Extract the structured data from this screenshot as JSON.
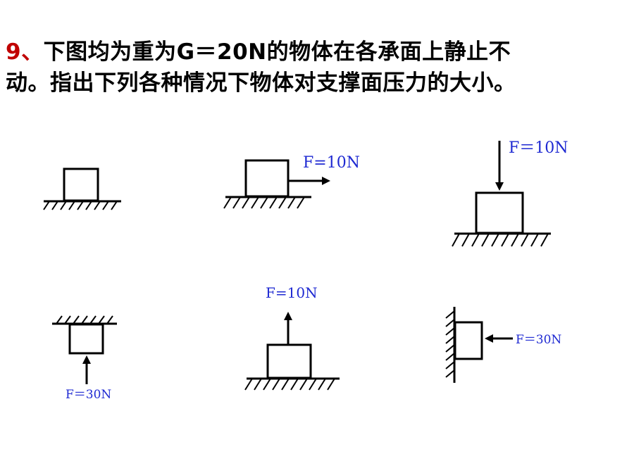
{
  "question": {
    "number": "9、",
    "line1": "下图均为重为G＝20N的物体在各承面上静止不",
    "line2": "动。指出下列各种情况下物体对支撑面压力的大小。"
  },
  "colors": {
    "number": "#c00000",
    "force_label": "#1f2ad2",
    "line": "#000000"
  },
  "figures": [
    {
      "id": "fig1",
      "label": ""
    },
    {
      "id": "fig2",
      "label": "F=10N"
    },
    {
      "id": "fig3",
      "label": "F＝10N"
    },
    {
      "id": "fig4",
      "label": "F＝30N"
    },
    {
      "id": "fig5",
      "label": "F=10N"
    },
    {
      "id": "fig6",
      "label": "F＝30N"
    }
  ]
}
